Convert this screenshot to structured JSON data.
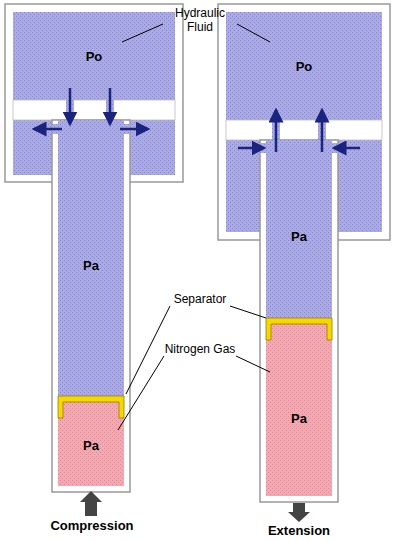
{
  "diagram": {
    "nodes": [
      {
        "text": [
          "Po"
        ]
      },
      {
        "text": [
          "Pa"
        ]
      },
      {
        "text": [
          "Pa"
        ]
      },
      {
        "text": [
          "Po"
        ]
      },
      {
        "text": [
          "Pa"
        ]
      },
      {
        "text": [
          "Pa"
        ]
      }
    ],
    "labels": [
      "Hydraulic Fluid",
      "Separator",
      "Nitrogen Gas",
      "Compression",
      "Extension"
    ]
  }
}
